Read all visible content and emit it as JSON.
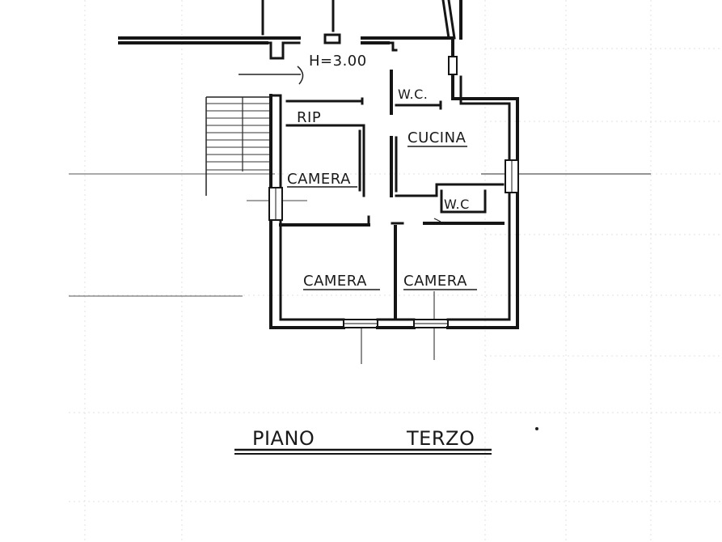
{
  "plan": {
    "height_label": "H=3.00",
    "rooms": {
      "rip": "RIP",
      "wc_top": "W.C.",
      "cucina": "CUCINA",
      "camera_upper": "CAMERA",
      "wc_small": "W.C",
      "camera_lower_left": "CAMERA",
      "camera_lower_right": "CAMERA"
    },
    "floor_title": {
      "word1": "PIANO",
      "word2": "TERZO"
    }
  }
}
